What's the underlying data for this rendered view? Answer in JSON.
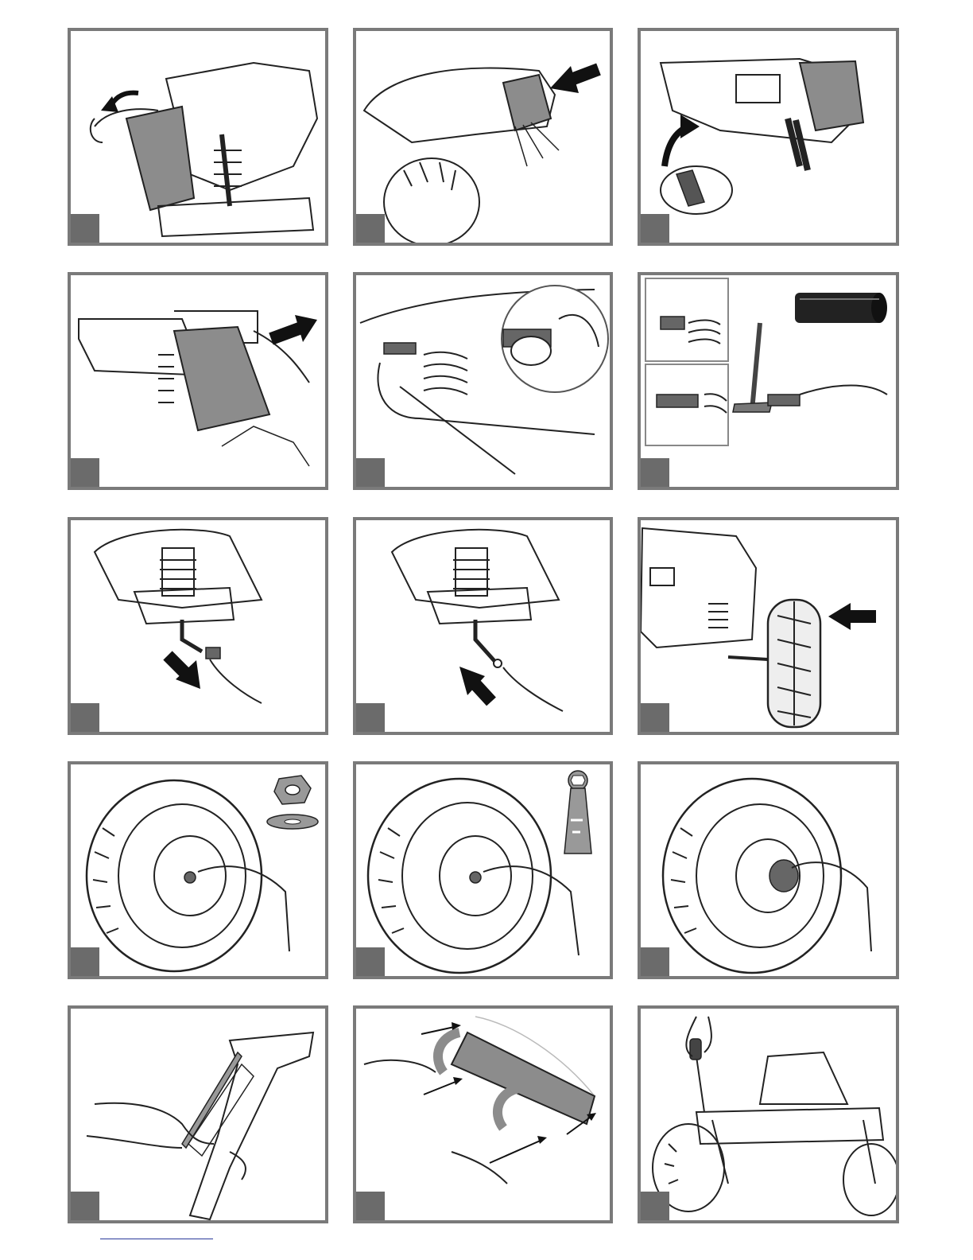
{
  "document": {
    "type": "assembly-instructions-page",
    "colors": {
      "frame": "#7a7a7a",
      "badge": "#6b6b6b",
      "part_fill": "#8c8c8c",
      "arrow": "#111111",
      "line": "#222222",
      "footer_rule": "#2a3a9a"
    }
  },
  "panels": [
    {
      "id": 1,
      "icon": "seat-lift-arrow-icon",
      "step_label": ""
    },
    {
      "id": 2,
      "icon": "insert-arrow-icon",
      "step_label": ""
    },
    {
      "id": 3,
      "icon": "connect-wires-arrow-icon",
      "step_label": ""
    },
    {
      "id": 4,
      "icon": "push-arrow-icon",
      "step_label": ""
    },
    {
      "id": 5,
      "icon": "axle-detail-icon",
      "step_label": ""
    },
    {
      "id": 6,
      "icon": "hammer-pin-icon",
      "step_label": ""
    },
    {
      "id": 7,
      "icon": "remove-cap-arrow-icon",
      "step_label": ""
    },
    {
      "id": 8,
      "icon": "insert-axle-arrow-icon",
      "step_label": ""
    },
    {
      "id": 9,
      "icon": "mount-wheel-arrow-icon",
      "step_label": ""
    },
    {
      "id": 10,
      "icon": "nut-washer-icon",
      "step_label": ""
    },
    {
      "id": 11,
      "icon": "wrench-icon",
      "step_label": ""
    },
    {
      "id": 12,
      "icon": "hubcap-icon",
      "step_label": ""
    },
    {
      "id": 13,
      "icon": "bumper-bracket-icon",
      "step_label": ""
    },
    {
      "id": 14,
      "icon": "bumper-attach-arrows-icon",
      "step_label": ""
    },
    {
      "id": 15,
      "icon": "screwdriver-icon",
      "step_label": ""
    }
  ]
}
